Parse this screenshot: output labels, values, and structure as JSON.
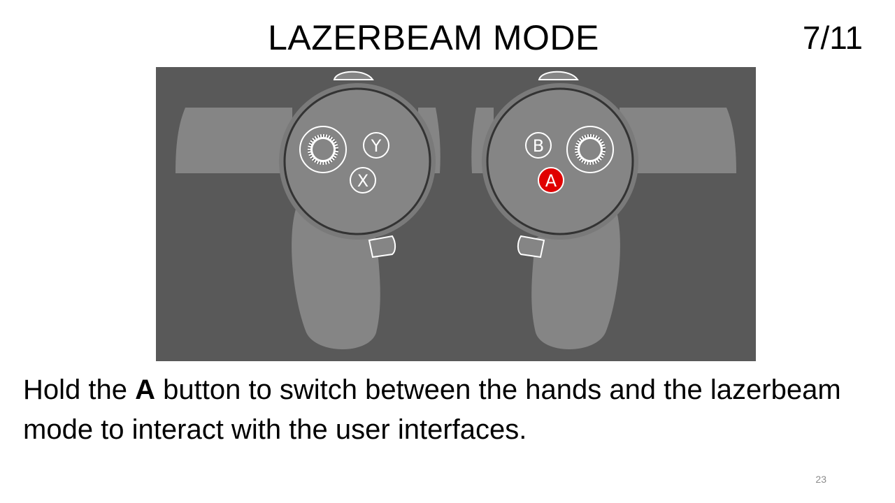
{
  "slide": {
    "title": "LAZERBEAM MODE",
    "step": "7/11",
    "caption": {
      "before": "Hold the ",
      "bold": "A",
      "after": " button to switch between the hands and the lazerbeam mode to interact with the user interfaces."
    },
    "page_number": "23"
  },
  "controllers": {
    "left_buttons": [
      "Y",
      "X"
    ],
    "right_buttons": [
      "B",
      "A"
    ],
    "highlighted_button": "A",
    "colors": {
      "background": "#595959",
      "controller": "#858585",
      "highlight": "#e00000",
      "outline": "#ffffff"
    }
  }
}
